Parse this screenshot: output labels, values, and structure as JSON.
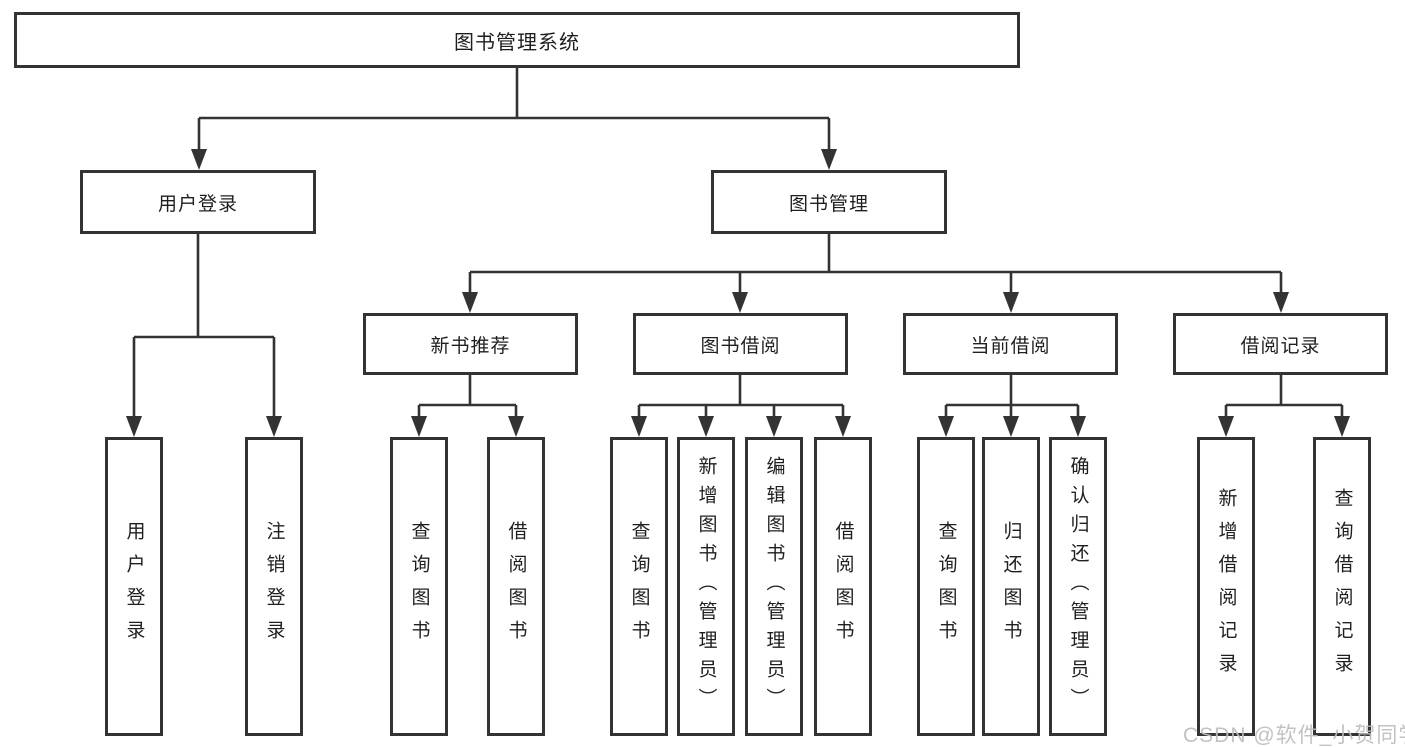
{
  "diagram": {
    "root": {
      "label": "图书管理系统",
      "children": [
        {
          "label": "用户登录",
          "children": [
            {
              "label": "用户登录"
            },
            {
              "label": "注销登录"
            }
          ]
        },
        {
          "label": "图书管理",
          "children": [
            {
              "label": "新书推荐",
              "children": [
                {
                  "label": "查询图书"
                },
                {
                  "label": "借阅图书"
                }
              ]
            },
            {
              "label": "图书借阅",
              "children": [
                {
                  "label": "查询图书"
                },
                {
                  "label": "新增图书（管理员）"
                },
                {
                  "label": "编辑图书（管理员）"
                },
                {
                  "label": "借阅图书"
                }
              ]
            },
            {
              "label": "当前借阅",
              "children": [
                {
                  "label": "查询图书"
                },
                {
                  "label": "归还图书"
                },
                {
                  "label": "确认归还（管理员）"
                }
              ]
            },
            {
              "label": "借阅记录",
              "children": [
                {
                  "label": "新增借阅记录"
                },
                {
                  "label": "查询借阅记录"
                }
              ]
            }
          ]
        }
      ]
    }
  },
  "watermark": {
    "text": "CSDN @软件_小贺同学"
  },
  "colors": {
    "line": "#333333",
    "box_border": "#333333",
    "text": "#1f1f1f",
    "background": "#ffffff",
    "watermark": "#bdbdbd"
  }
}
